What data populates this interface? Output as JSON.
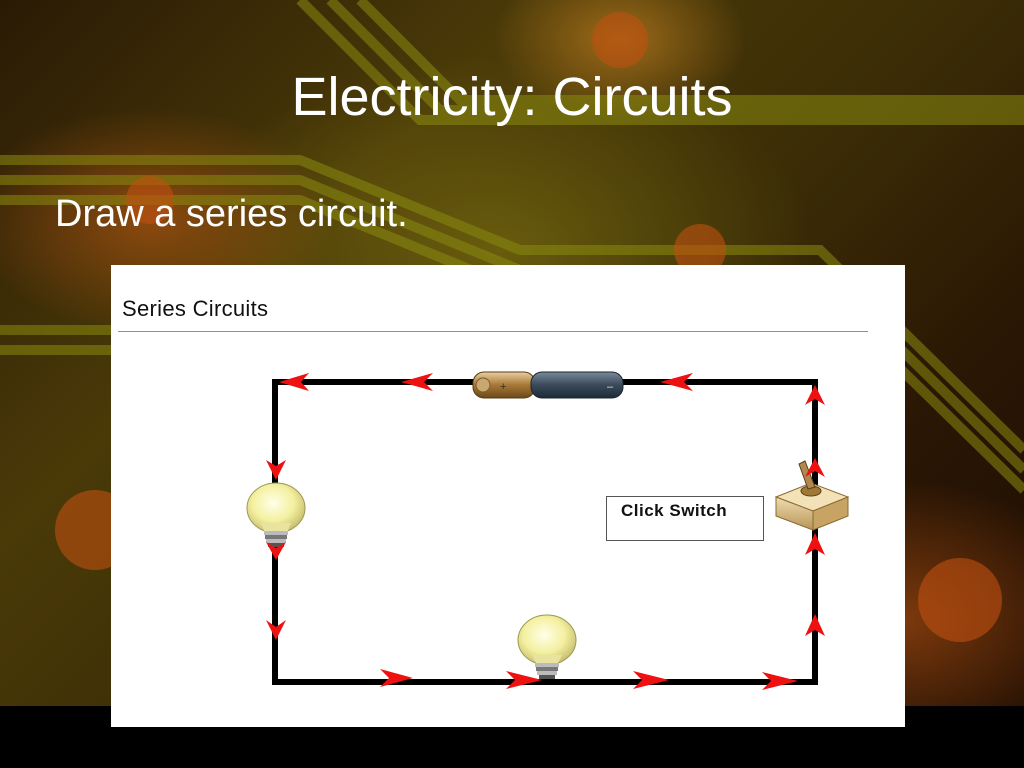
{
  "slide": {
    "title": "Electricity: Circuits",
    "bullet": "Draw a series circuit."
  },
  "panel": {
    "title": "Series Circuits",
    "switch_label": "Click Switch",
    "battery_plus": "+",
    "battery_minus": "–"
  },
  "colors": {
    "wire": "#000000",
    "arrow": "#ee1111",
    "panel_bg": "#ffffff",
    "bulb_glass": "#f4f0a0",
    "battery_cap": "#b08040",
    "battery_body": "#3a4a5a",
    "switch_base": "#d8b878"
  },
  "icons": {
    "battery": "battery-icon",
    "bulb": "light-bulb-icon",
    "switch": "toggle-switch-icon",
    "arrow": "current-arrow-icon"
  }
}
